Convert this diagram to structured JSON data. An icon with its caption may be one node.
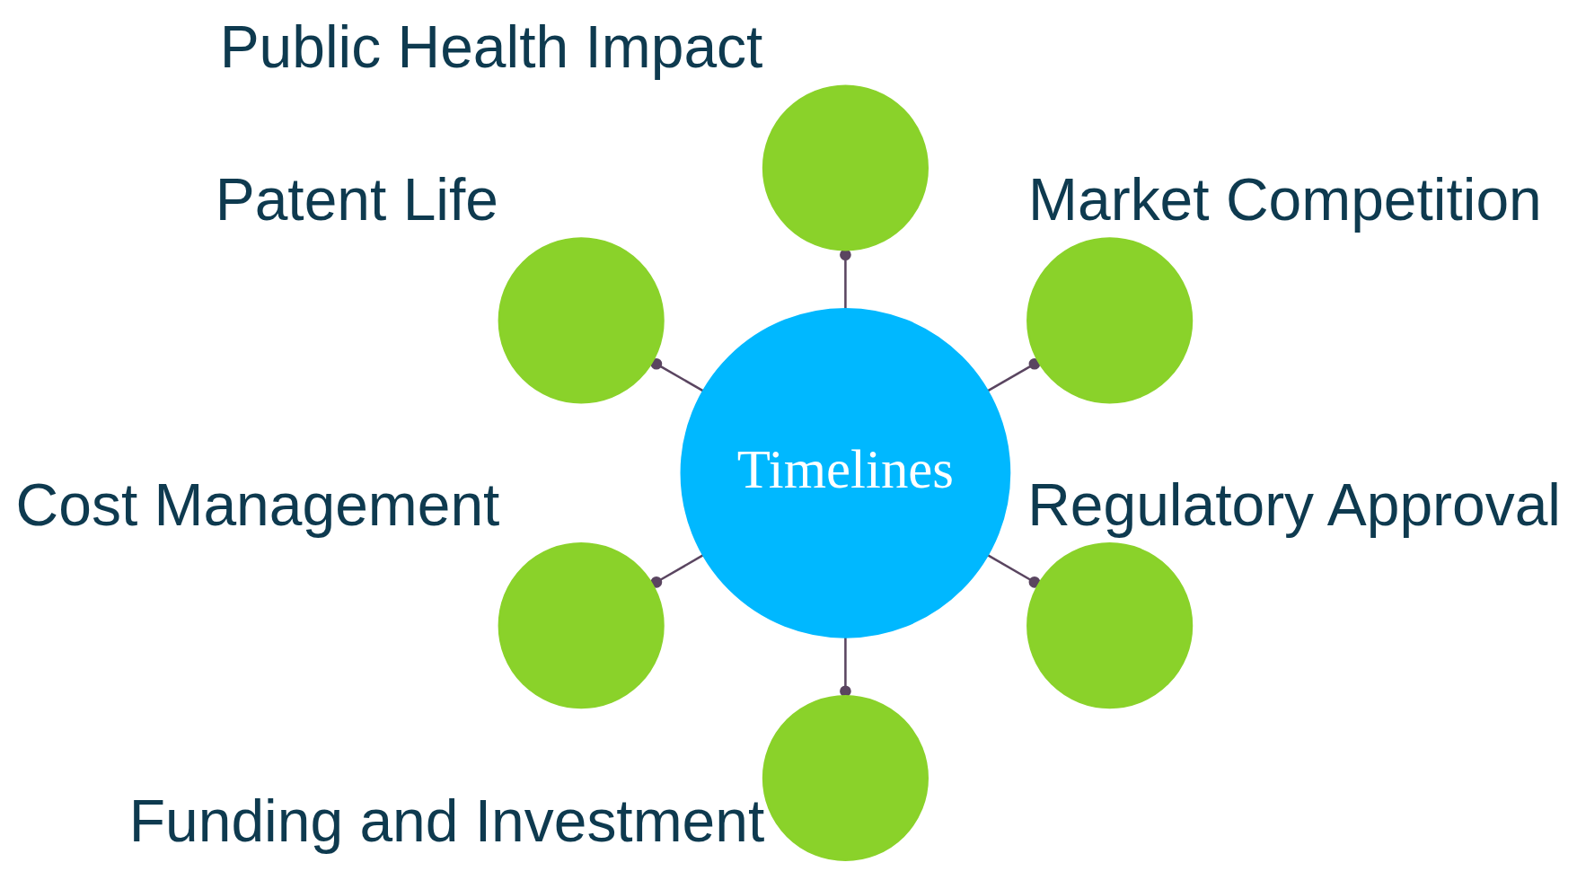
{
  "diagram": {
    "nodes": [
      {
        "text": [
          "Market Competition"
        ]
      },
      {
        "text": [
          "Public Health Impact"
        ]
      },
      {
        "text": [
          "Patent Life"
        ]
      },
      {
        "text": [
          "Timelines"
        ]
      },
      {
        "text": [
          "Cost Management"
        ]
      },
      {
        "text": [
          "Funding and Investment"
        ]
      },
      {
        "text": [
          "Regulatory Approval"
        ]
      }
    ],
    "edges": [
      {
        "from": 3,
        "to": 0,
        "arrow": "other"
      },
      {
        "from": 3,
        "to": 2,
        "arrow": "other"
      },
      {
        "from": 3,
        "to": 5,
        "arrow": "other"
      },
      {
        "from": 3,
        "to": 6,
        "arrow": "other"
      },
      {
        "from": 3,
        "to": 4,
        "arrow": "other"
      },
      {
        "from": 3,
        "to": 1,
        "arrow": "other"
      }
    ]
  }
}
